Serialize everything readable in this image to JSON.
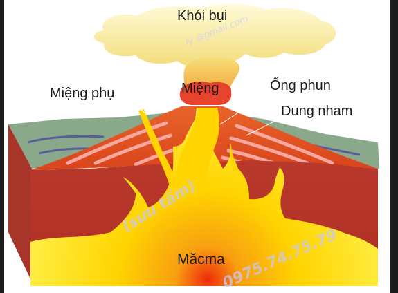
{
  "labels": {
    "smoke": "Khói bụi",
    "main_vent": "Miệng",
    "side_vent": "Miệng phụ",
    "conduit": "Ống phun",
    "lava": "Dung nham",
    "magma": "Măcma"
  },
  "watermarks": {
    "email": "ly @gmail.com",
    "credit": "(sưu tầm)",
    "phone": "0975.74.75.79"
  }
}
